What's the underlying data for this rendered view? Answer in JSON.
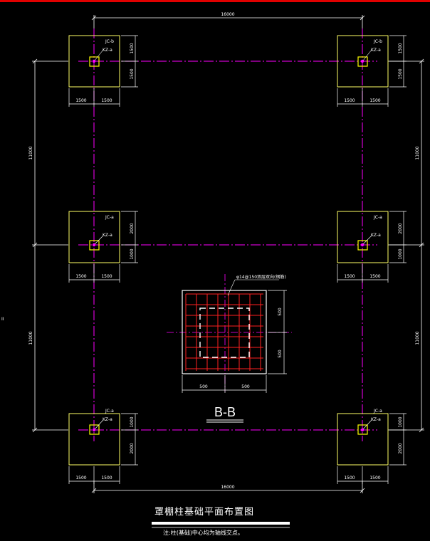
{
  "colors": {
    "background": "#000000",
    "grid_axis": "#ff00ff",
    "footing_outline": "#ffff66",
    "dimension": "#ffffff",
    "rebar": "#ff2020",
    "column": "#ffff00",
    "top_bar": "#e00000"
  },
  "dimensions": {
    "span_x": "16000",
    "span_y_upper": "11000",
    "span_y_lower": "11000",
    "half_1500": "1500",
    "dim_2000": "2000",
    "dim_1000": "1000",
    "dim_500": "500"
  },
  "labels": {
    "footing_b": "JC-b",
    "footing_a": "JC-a",
    "column": "KZ-a",
    "section_note": "φ14@150双层双向(钢筋)",
    "section_name": "B-B",
    "left_mark": "II"
  },
  "drawing": {
    "title": "罩棚柱基础平面布置图",
    "note": "注:柱(基础)中心均为轴线交点。"
  }
}
